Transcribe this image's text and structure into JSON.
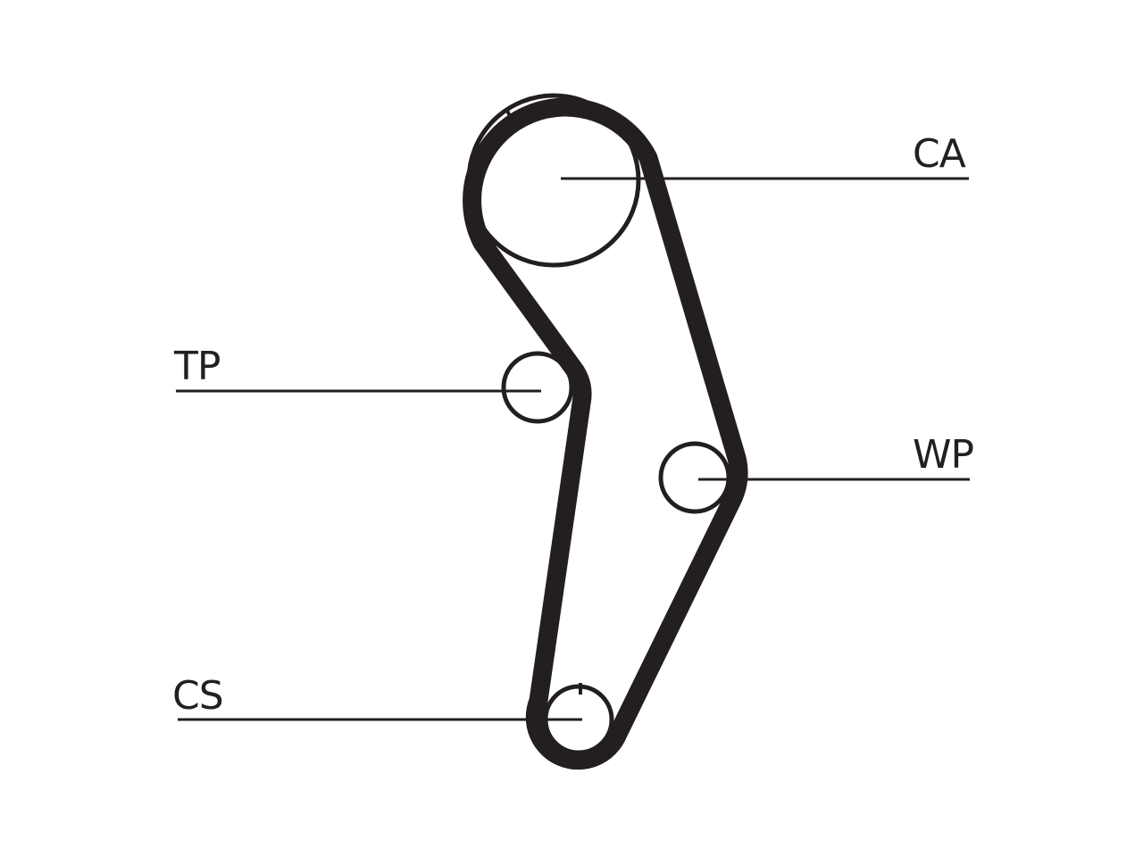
{
  "diagram": {
    "labels": {
      "camshaft": "CA",
      "tensioner": "TP",
      "water_pump": "WP",
      "crankshaft": "CS"
    },
    "colors": {
      "ink": "#231f20",
      "background": "#ffffff"
    }
  }
}
